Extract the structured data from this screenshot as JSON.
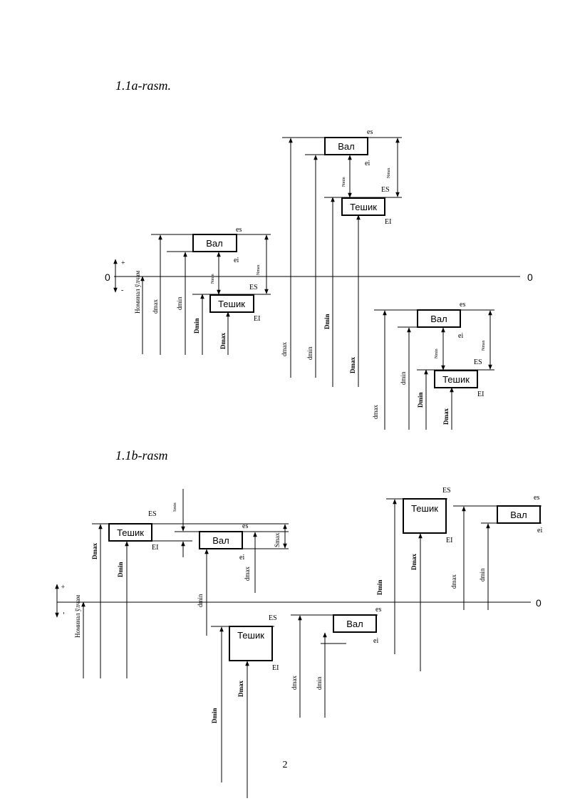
{
  "figures": {
    "fig_a": {
      "caption": "1.1a-rasm."
    },
    "fig_b": {
      "caption": "1.1b-rasm"
    }
  },
  "labels": {
    "shaft": "Вал",
    "hole": "Тешик",
    "es": "es",
    "ei": "ei",
    "ES": "ES",
    "EI": "EI",
    "zero": "0",
    "plus": "+",
    "minus": "-",
    "nominal": "Номинал ўлчам",
    "d_max": "dmax",
    "d_min": "dmin",
    "D_max": "Dmax",
    "D_min": "Dmin",
    "S_max": "Smax",
    "S_min": "Smin",
    "N_max": "Nmax",
    "N_min": "Nmin"
  },
  "page_number": "2"
}
